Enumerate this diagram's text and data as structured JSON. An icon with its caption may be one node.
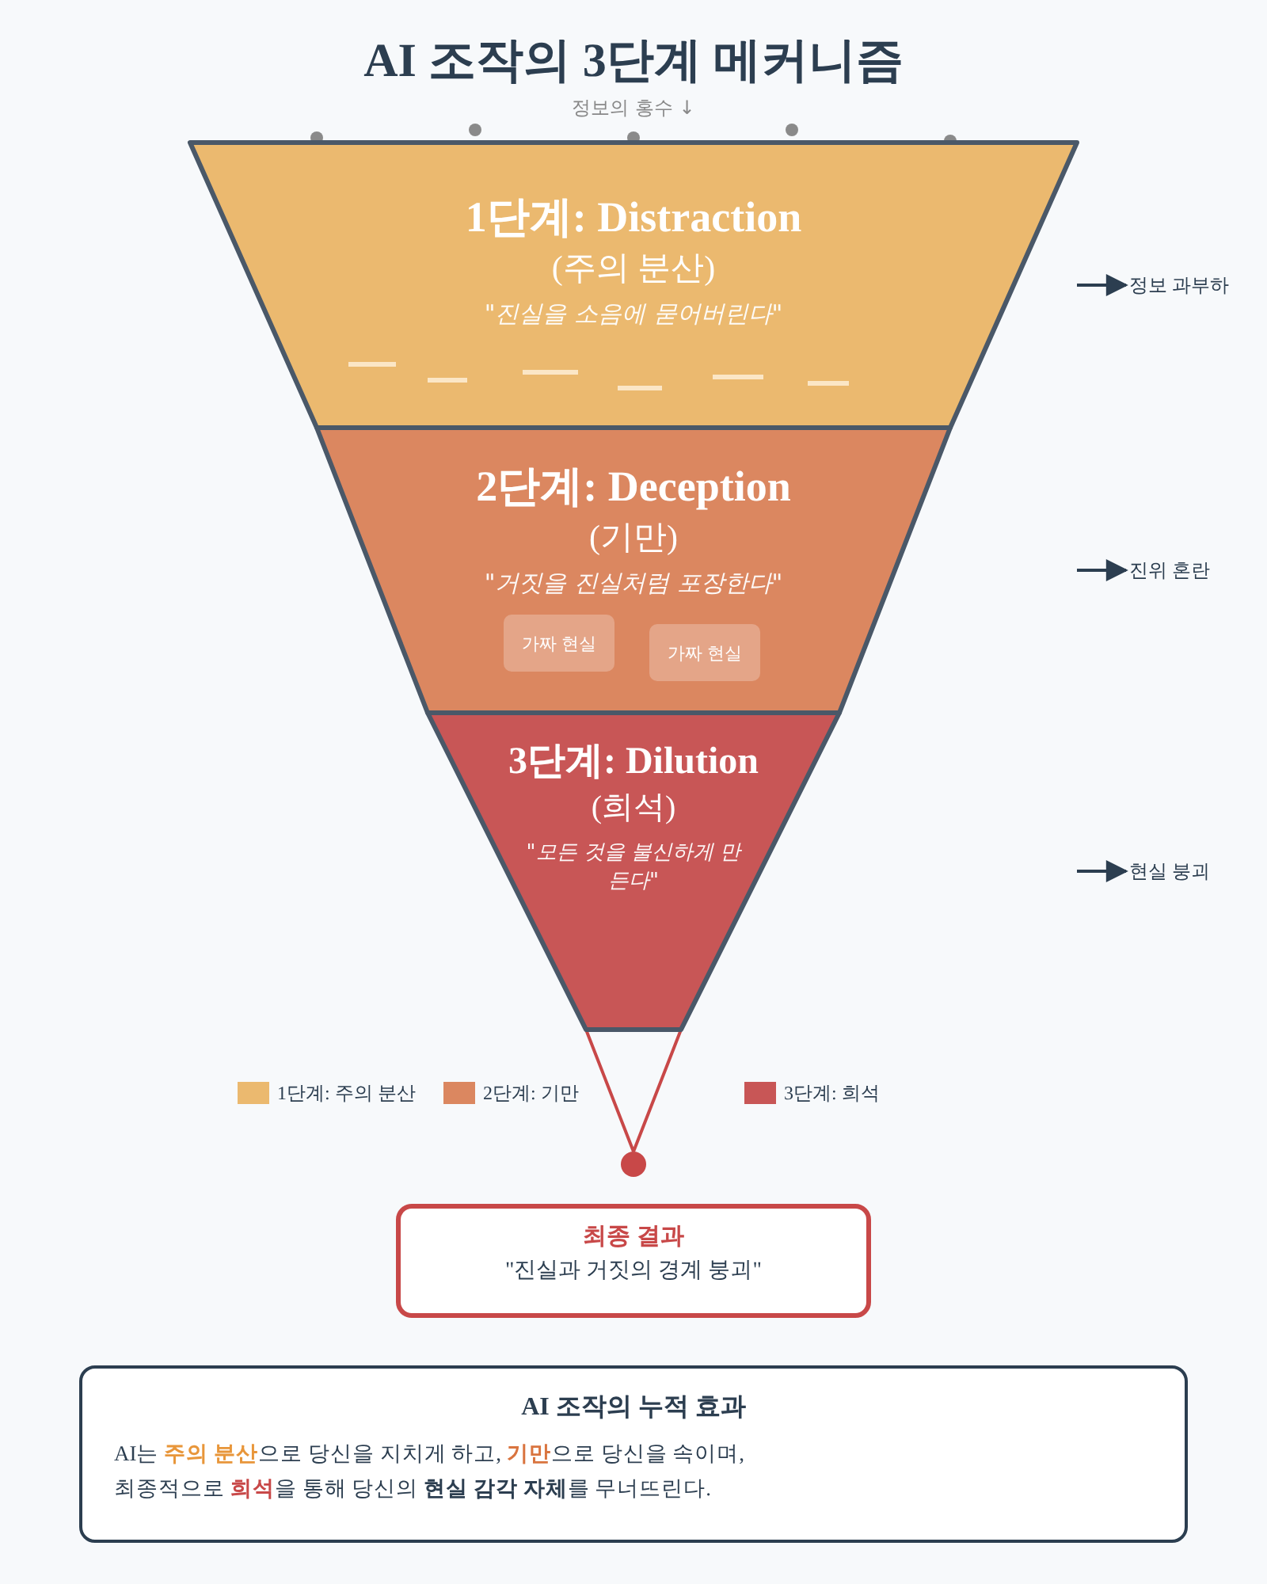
{
  "diagram": {
    "title": "AI 조작의 3단계 메커니즘",
    "nodes": [
      {
        "text": [
          "1단계: Distraction",
          "(주의 분산)",
          "\"진실을 소음에 묻어버린다\""
        ]
      },
      {
        "text": [
          "2단계: Deception",
          "(기만)",
          "\"거짓을 진실처럼 포장한다\""
        ]
      },
      {
        "text": [
          "가짜 현실"
        ],
        "in": 1
      },
      {
        "text": [
          "가짜 현실"
        ],
        "in": 1
      },
      {
        "text": [
          "3단계: Dilution",
          "(희석)",
          "\"모든 것을 불신하게 만든다\""
        ]
      },
      {
        "text": [],
        "shape": "circle"
      },
      {
        "text": [
          "최종 결과",
          "\"진실과 거짓의 경계 붕괴\""
        ]
      },
      {
        "text": [
          "정보 과부하"
        ]
      },
      {
        "text": [
          "진위 혼란"
        ]
      },
      {
        "text": [
          "현실 붕괴"
        ]
      },
      {
        "text": [
          "AI 조작의 누적 효과",
          "AI는 **주의 분산**으로 당신을 지치게 하고, **기만**으로 당신을 속이며, 최종적으로 **희석**을 통해 당신의 **현실 감각 자체**를 무너뜨린다."
        ]
      }
    ],
    "edges": [
      {
        "from": 4,
        "to": 5,
        "arrow": "none",
        "color": "#c84848"
      },
      {
        "from": null,
        "to": 7,
        "arrow": "to"
      },
      {
        "from": null,
        "to": 8,
        "arrow": "to"
      },
      {
        "from": null,
        "to": 9,
        "arrow": "to"
      }
    ],
    "labels": [
      "정보의 홍수 ↓"
    ],
    "legend": [
      {
        "text": "1단계: 주의 분산",
        "color": "#ebb96f"
      },
      {
        "text": "2단계: 기만",
        "color": "#db8760"
      },
      {
        "text": "3단계: 희석",
        "color": "#c85656"
      }
    ]
  }
}
